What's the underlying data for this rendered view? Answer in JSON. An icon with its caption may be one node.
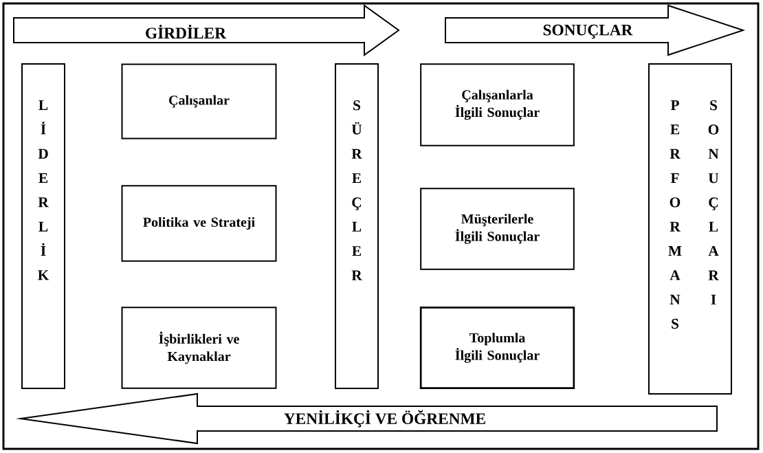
{
  "diagram": {
    "nodes": [
      {
        "text": [
          "GİRDİLER"
        ]
      },
      {
        "text": [
          "SONUÇLAR"
        ]
      },
      {
        "text": [
          "LİDERLİK"
        ]
      },
      {
        "text": [
          "Çalışanlar"
        ]
      },
      {
        "text": [
          "Politika ve Strateji"
        ]
      },
      {
        "text": [
          "İşbirlikleri ve Kaynaklar"
        ]
      },
      {
        "text": [
          "SÜREÇLER"
        ]
      },
      {
        "text": [
          "Çalışanlarla İlgili Sonuçlar"
        ]
      },
      {
        "text": [
          "Müşterilerle İlgili Sonuçlar"
        ]
      },
      {
        "text": [
          "Toplumla İlgili Sonuçlar"
        ]
      },
      {
        "text": [
          "PERFORMANS",
          "SONUÇLARI"
        ]
      },
      {
        "text": [
          "YENİLİKÇİ VE ÖĞRENME"
        ]
      }
    ]
  }
}
